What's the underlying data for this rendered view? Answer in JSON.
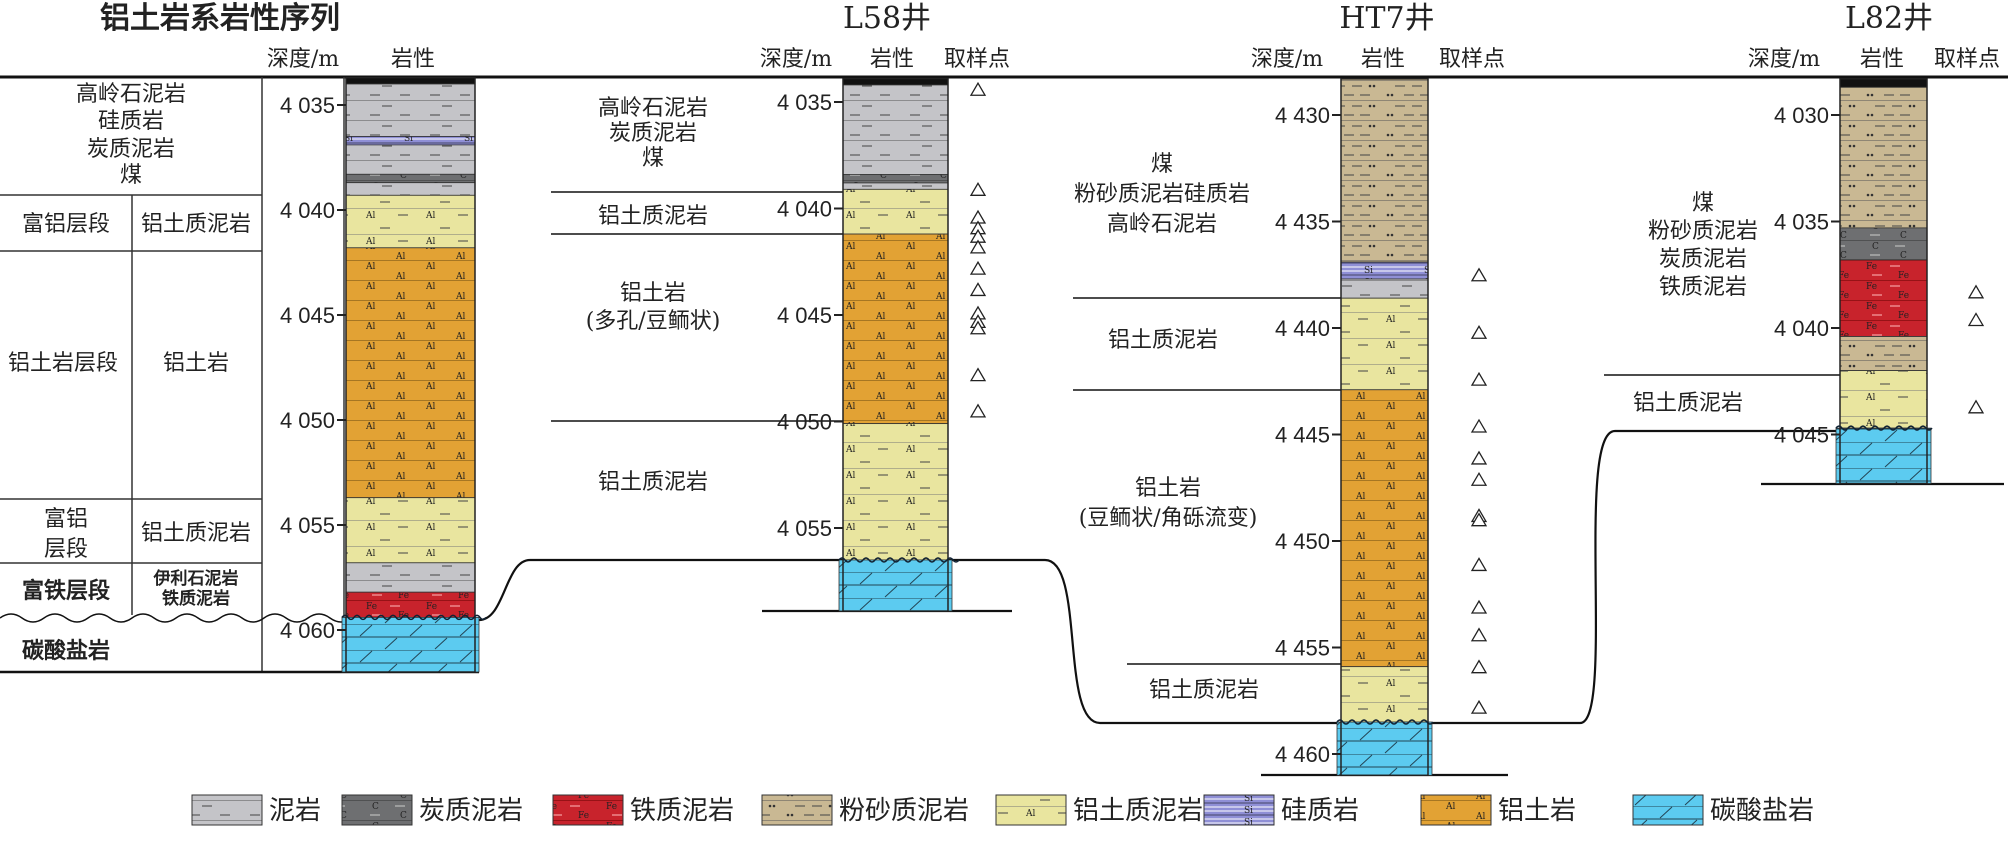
{
  "colors": {
    "mudstone": "#c4c4c8",
    "carbonaceous_mudstone": "#6e6f71",
    "ferruginous_mudstone": "#c8232c",
    "silty_mudstone": "#c9b893",
    "bauxitic_mudstone": "#e9e59f",
    "siliceous_rock": "#8f8fd6",
    "bauxite": "#e2a234",
    "carbonate": "#5ccbf0",
    "coal": "#111111"
  },
  "sequence": {
    "title": "铝土岩系岩性序列",
    "depth_header": "深度/m",
    "litho_header": "岩性",
    "rows": [
      {
        "zone": "",
        "lines": [
          "高岭石泥岩",
          "硅质岩",
          "炭质泥岩",
          "煤"
        ]
      },
      {
        "zone": "富铝层段",
        "lines": [
          "铝土质泥岩"
        ]
      },
      {
        "zone": "铝土岩层段",
        "lines": [
          "铝土岩"
        ]
      },
      {
        "zone_lines": [
          "富铝",
          "层段"
        ],
        "lines": [
          "铝土质泥岩"
        ]
      },
      {
        "zone": "富铁层段",
        "lines": [
          "伊利石泥岩",
          "铁质泥岩"
        ]
      },
      {
        "zone": "碳酸盐岩",
        "lines": []
      }
    ]
  },
  "wells": [
    {
      "id": "seq",
      "name": "",
      "ticks": [
        4035,
        4040,
        4045,
        4050,
        4055,
        4060
      ],
      "layers": [
        {
          "top": 4033.7,
          "base": 4034.0,
          "lith": "coal"
        },
        {
          "top": 4034.0,
          "base": 4036.5,
          "lith": "mudstone"
        },
        {
          "top": 4036.5,
          "base": 4036.9,
          "lith": "siliceous_rock"
        },
        {
          "top": 4036.9,
          "base": 4038.3,
          "lith": "mudstone"
        },
        {
          "top": 4038.3,
          "base": 4038.7,
          "lith": "carbonaceous_mudstone"
        },
        {
          "top": 4038.7,
          "base": 4039.3,
          "lith": "mudstone"
        },
        {
          "top": 4039.3,
          "base": 4041.8,
          "lith": "bauxitic_mudstone"
        },
        {
          "top": 4041.8,
          "base": 4053.7,
          "lith": "bauxite"
        },
        {
          "top": 4053.7,
          "base": 4056.8,
          "lith": "bauxitic_mudstone"
        },
        {
          "top": 4056.8,
          "base": 4058.2,
          "lith": "mudstone"
        },
        {
          "top": 4058.2,
          "base": 4059.4,
          "lith": "ferruginous_mudstone"
        },
        {
          "top": 4059.4,
          "base": 4062.0,
          "lith": "carbonate"
        }
      ],
      "samples": []
    },
    {
      "id": "L58",
      "name": "L58井",
      "depth_header": "深度/m",
      "litho_header": "岩性",
      "sample_header": "取样点",
      "ticks": [
        4035,
        4040,
        4045,
        4050,
        4055
      ],
      "layers": [
        {
          "top": 4033.9,
          "base": 4034.2,
          "lith": "coal"
        },
        {
          "top": 4034.2,
          "base": 4038.4,
          "lith": "mudstone"
        },
        {
          "top": 4038.4,
          "base": 4038.8,
          "lith": "carbonaceous_mudstone"
        },
        {
          "top": 4038.8,
          "base": 4039.1,
          "lith": "mudstone"
        },
        {
          "top": 4039.1,
          "base": 4041.2,
          "lith": "bauxitic_mudstone"
        },
        {
          "top": 4041.2,
          "base": 4050.1,
          "lith": "bauxite"
        },
        {
          "top": 4050.1,
          "base": 4056.5,
          "lith": "bauxitic_mudstone"
        },
        {
          "top": 4056.5,
          "base": 4058.9,
          "lith": "carbonate"
        }
      ],
      "samples": [
        4034.4,
        4039.1,
        4040.4,
        4040.9,
        4041.3,
        4041.8,
        4042.8,
        4043.8,
        4044.9,
        4045.3,
        4045.6,
        4047.8,
        4049.5
      ],
      "labels": [
        {
          "lines": [
            "高岭石泥岩",
            "炭质泥岩",
            "煤"
          ]
        },
        {
          "lines": [
            "铝土质泥岩"
          ]
        },
        {
          "lines": [
            "铝土岩",
            "(多孔/豆鲕状)"
          ]
        },
        {
          "lines": [
            "铝土质泥岩"
          ]
        }
      ]
    },
    {
      "id": "HT7",
      "name": "HT7井",
      "depth_header": "深度/m",
      "litho_header": "岩性",
      "sample_header": "取样点",
      "ticks": [
        4430,
        4435,
        4440,
        4445,
        4450,
        4455,
        4460
      ],
      "layers": [
        {
          "top": 4428.3,
          "base": 4436.9,
          "lith": "silty_mudstone"
        },
        {
          "top": 4436.9,
          "base": 4437.7,
          "lith": "siliceous_rock"
        },
        {
          "top": 4437.7,
          "base": 4438.6,
          "lith": "mudstone"
        },
        {
          "top": 4438.6,
          "base": 4442.9,
          "lith": "bauxitic_mudstone"
        },
        {
          "top": 4442.9,
          "base": 4455.9,
          "lith": "bauxite"
        },
        {
          "top": 4455.9,
          "base": 4458.5,
          "lith": "bauxitic_mudstone"
        },
        {
          "top": 4458.5,
          "base": 4461.0,
          "lith": "carbonate"
        }
      ],
      "samples": [
        4437.5,
        4440.2,
        4442.4,
        4444.6,
        4446.1,
        4447.1,
        4448.8,
        4449.0,
        4451.1,
        4453.1,
        4454.4,
        4455.9,
        4457.8
      ],
      "labels": [
        {
          "lines": [
            "煤",
            "粉砂质泥岩硅质岩",
            "高岭石泥岩"
          ]
        },
        {
          "lines": [
            "铝土质泥岩"
          ]
        },
        {
          "lines": [
            "铝土岩",
            "(豆鲕状/角砾流变)"
          ]
        },
        {
          "lines": [
            "铝土质泥岩"
          ]
        }
      ]
    },
    {
      "id": "L82",
      "name": "L82井",
      "depth_header": "深度/m",
      "litho_header": "岩性",
      "sample_header": "取样点",
      "ticks": [
        4030,
        4035,
        4040,
        4045
      ],
      "layers": [
        {
          "top": 4028.3,
          "base": 4028.7,
          "lith": "coal"
        },
        {
          "top": 4028.7,
          "base": 4035.3,
          "lith": "silty_mudstone"
        },
        {
          "top": 4035.3,
          "base": 4036.8,
          "lith": "carbonaceous_mudstone"
        },
        {
          "top": 4036.8,
          "base": 4040.4,
          "lith": "ferruginous_mudstone"
        },
        {
          "top": 4040.4,
          "base": 4042.0,
          "lith": "silty_mudstone"
        },
        {
          "top": 4042.0,
          "base": 4044.7,
          "lith": "bauxitic_mudstone"
        },
        {
          "top": 4044.7,
          "base": 4047.3,
          "lith": "carbonate"
        }
      ],
      "samples": [
        4038.3,
        4039.6,
        4043.7
      ],
      "labels": [
        {
          "lines": [
            "煤",
            "粉砂质泥岩",
            "炭质泥岩",
            "铁质泥岩"
          ]
        },
        {
          "lines": [
            "铝土质泥岩"
          ]
        }
      ]
    }
  ],
  "legend": [
    {
      "lith": "mudstone",
      "label": "泥岩"
    },
    {
      "lith": "carbonaceous_mudstone",
      "label": "炭质泥岩"
    },
    {
      "lith": "ferruginous_mudstone",
      "label": "铁质泥岩"
    },
    {
      "lith": "silty_mudstone",
      "label": "粉砂质泥岩"
    },
    {
      "lith": "bauxitic_mudstone",
      "label": "铝土质泥岩"
    },
    {
      "lith": "siliceous_rock",
      "label": "硅质岩"
    },
    {
      "lith": "bauxite",
      "label": "铝土岩"
    },
    {
      "lith": "carbonate",
      "label": "碳酸盐岩"
    }
  ]
}
